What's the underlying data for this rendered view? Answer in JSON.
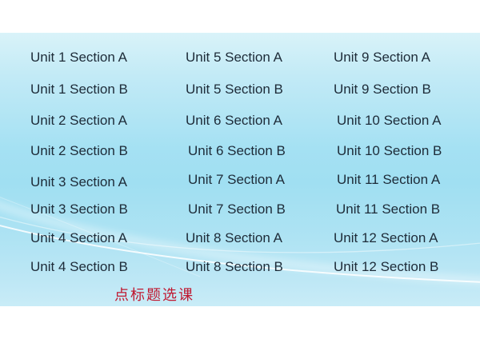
{
  "menu": {
    "columns": [
      {
        "items": [
          "Unit 1 Section A",
          "Unit 1 Section B",
          "Unit 2 Section A",
          "Unit 2 Section B",
          "Unit 3 Section A",
          "Unit 3 Section B",
          "Unit 4 Section A",
          "Unit 4 Section B"
        ]
      },
      {
        "items": [
          "Unit 5 Section A",
          "Unit 5 Section B",
          "Unit 6 Section A",
          "Unit 6 Section B",
          "Unit 7 Section A",
          "Unit 7 Section B",
          "Unit 8 Section A",
          "Unit 8 Section B"
        ]
      },
      {
        "items": [
          "Unit 9 Section A",
          "Unit 9 Section B",
          "Unit 10 Section A",
          "Unit 10 Section B",
          "Unit 11 Section A",
          "Unit 11 Section B",
          "Unit 12 Section A",
          "Unit 12 Section B"
        ]
      }
    ],
    "hint": "点标题选课"
  },
  "colors": {
    "band_top": "#d9f3f9",
    "band_mid": "#a0dff2",
    "band_bottom": "#c9ecf7",
    "text": "#1d2b38",
    "hint": "#c01830",
    "page_background": "#ffffff",
    "wave": "#ffffff"
  }
}
